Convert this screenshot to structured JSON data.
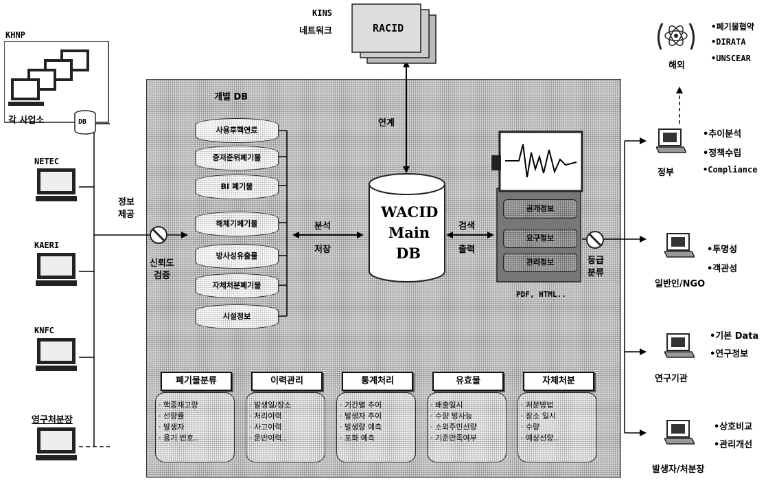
{
  "kins": {
    "network_label_1": "KINS",
    "network_label_2": "네트워크",
    "racid": "RACID"
  },
  "sources": [
    {
      "name": "KHNP",
      "caption": "각 사업소",
      "db": "DB"
    },
    {
      "name": "NETEC"
    },
    {
      "name": "KAERI"
    },
    {
      "name": "KNFC"
    },
    {
      "name": "영구처분장"
    }
  ],
  "info_provide": {
    "line1": "정보",
    "line2": "제공"
  },
  "verify": {
    "line1": "신뢰도",
    "line2": "검증"
  },
  "individual_db": {
    "title": "개별 DB",
    "items": [
      "사용후핵연료",
      "중저준위폐기물",
      "BI 폐기물",
      "해체기폐기물",
      "방사성유출물",
      "자체처분폐기물",
      "시설정보"
    ]
  },
  "analysis": {
    "line1": "분석",
    "line2": "저장"
  },
  "link": "연계",
  "main_db": {
    "line1": "WACID",
    "line2": "Main",
    "line3": "DB"
  },
  "search": {
    "line1": "검색",
    "line2": "출력"
  },
  "reports": {
    "items": [
      "공개정보",
      "요구정보",
      "관리정보"
    ],
    "format": "PDF, HTML.."
  },
  "grading": {
    "line1": "등급",
    "line2": "분류"
  },
  "cards": [
    {
      "title": "폐기물분류",
      "items": [
        "· 핵종재고량",
        "· 선량률",
        "· 발생자",
        "· 용기 번호.."
      ]
    },
    {
      "title": "이력관리",
      "items": [
        "· 발생일/장소",
        "· 처리이력",
        "· 사고이력",
        "· 운반이력.."
      ]
    },
    {
      "title": "통계처리",
      "items": [
        "· 기간별 추이",
        "· 발생자 추이",
        "· 발생량 예측",
        "· 포화 예측"
      ]
    },
    {
      "title": "유효물",
      "items": [
        "· 배출일시",
        "· 수량 방사능",
        "· 소외주민선량",
        "· 기준만족여부"
      ]
    },
    {
      "title": "자체처분",
      "items": [
        "· 처분방법",
        "· 장소 일시",
        "· 수량",
        "· 예상선량.."
      ]
    }
  ],
  "overseas": {
    "label": "해외",
    "items": [
      "•폐기물협약",
      "•DIRATA",
      "•UNSCEAR"
    ]
  },
  "users": [
    {
      "label": "정부",
      "items": [
        "•추이분석",
        "•정책수립",
        "•Compliance"
      ]
    },
    {
      "label": "일반인/NGO",
      "items": [
        "•투명성",
        "•객관성"
      ]
    },
    {
      "label": "연구기관",
      "items": [
        "•기본 Data",
        "•연구정보"
      ]
    },
    {
      "label": "발생자/처분장",
      "items": [
        "•상호비교",
        "•관리개선"
      ]
    }
  ]
}
